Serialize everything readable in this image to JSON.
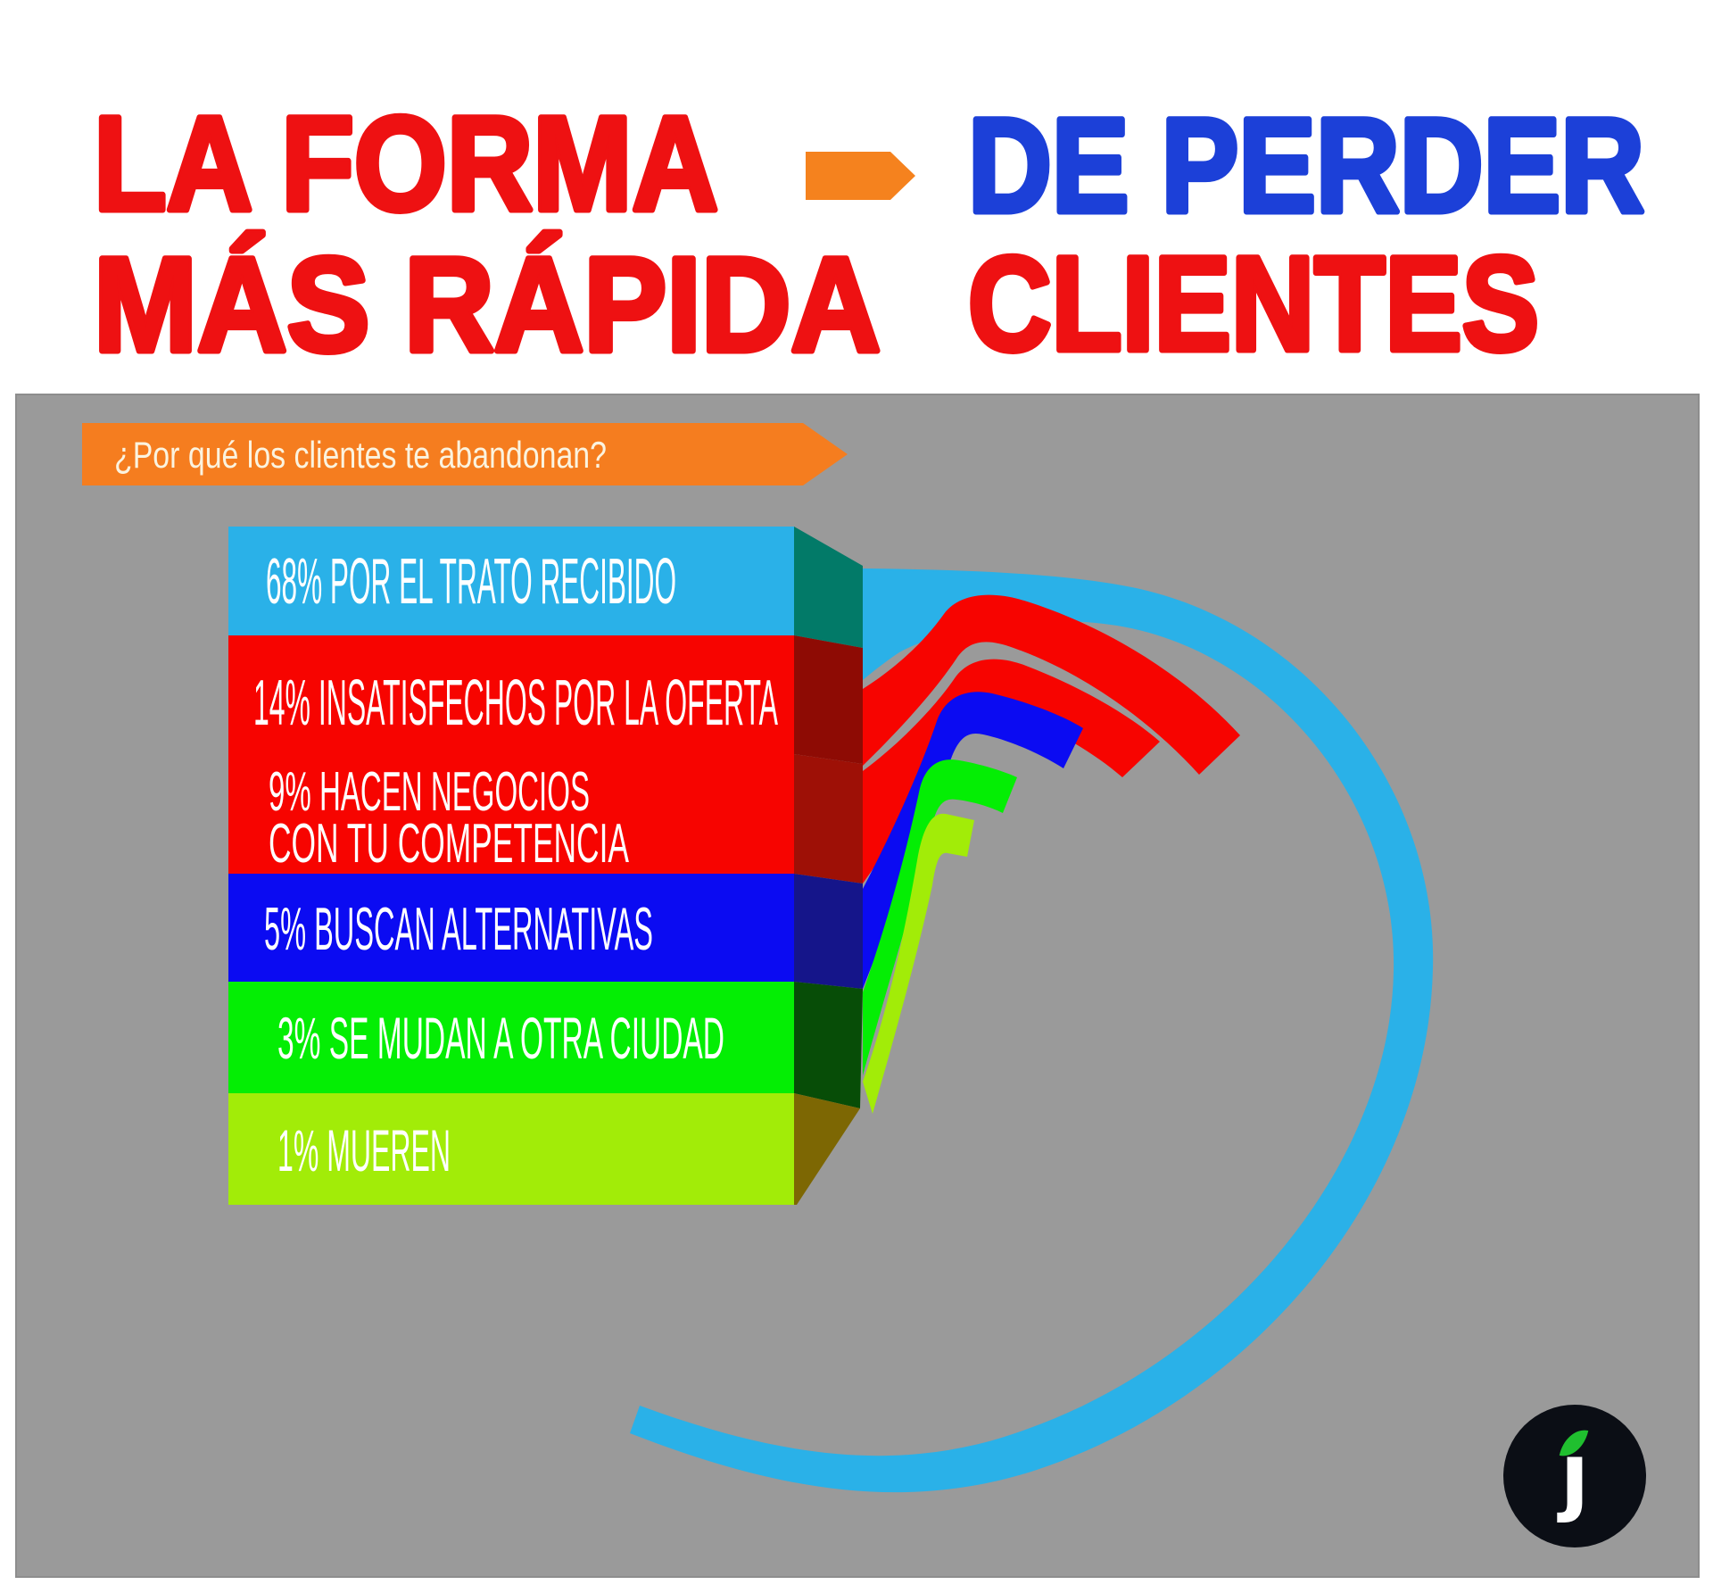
{
  "page": {
    "bg": "#FFFFFF",
    "panel_bg": "#9A9A9A",
    "panel_border": "#8D8D8D"
  },
  "header": {
    "left_line1": "LA FORMA",
    "left_line2": "MÁS RÁPIDA",
    "right_line1": "DE PERDER",
    "right_line2": "CLIENTES",
    "red": "#EE1112",
    "blue": "#1C40D8",
    "arrow_color": "#F5821E"
  },
  "banner": {
    "text": "¿Por qué los clientes te abandonan?",
    "bg": "#F57D1F",
    "text_color": "#FBF3DF"
  },
  "chart": {
    "bars": [
      {
        "label": "68% POR EL TRATO RECIBIDO",
        "value": 68,
        "color": "#2AB1E8",
        "side_color": "#027A68"
      },
      {
        "label": "14% INSATISFECHOS POR LA OFERTA",
        "value": 14,
        "color": "#F70400",
        "side_color": "#8E0B04"
      },
      {
        "label": "9% HACEN NEGOCIOS",
        "label_line2": "CON TU COMPETENCIA",
        "value": 9,
        "color": "#F70400",
        "side_color": "#9E1006"
      },
      {
        "label": "5% BUSCAN ALTERNATIVAS",
        "value": 5,
        "color": "#0B0BF2",
        "side_color": "#15158A"
      },
      {
        "label": "3% SE MUDAN A OTRA CIUDAD",
        "value": 3,
        "color": "#04EE04",
        "side_color": "#074D07"
      },
      {
        "label": "1% MUEREN",
        "value": 1,
        "color": "#A2EC08",
        "side_color": "#7D6703"
      }
    ]
  },
  "chart_data": {
    "type": "bar",
    "title": "LA FORMA MÁS RÁPIDA DE PERDER CLIENTES",
    "question": "¿Por qué los clientes te abandonan?",
    "categories": [
      "POR EL TRATO RECIBIDO",
      "INSATISFECHOS POR LA OFERTA",
      "HACEN NEGOCIOS CON TU COMPETENCIA",
      "BUSCAN ALTERNATIVAS",
      "SE MUDAN A OTRA CIUDAD",
      "MUEREN"
    ],
    "values": [
      68,
      14,
      9,
      5,
      3,
      1
    ],
    "unit": "%",
    "legend_position": "none",
    "grid": false
  },
  "logo": {
    "letter": "ȷ",
    "bg": "#0B0E15",
    "leaf_color": "#20BF2F",
    "letter_color": "#FFFFFF"
  }
}
